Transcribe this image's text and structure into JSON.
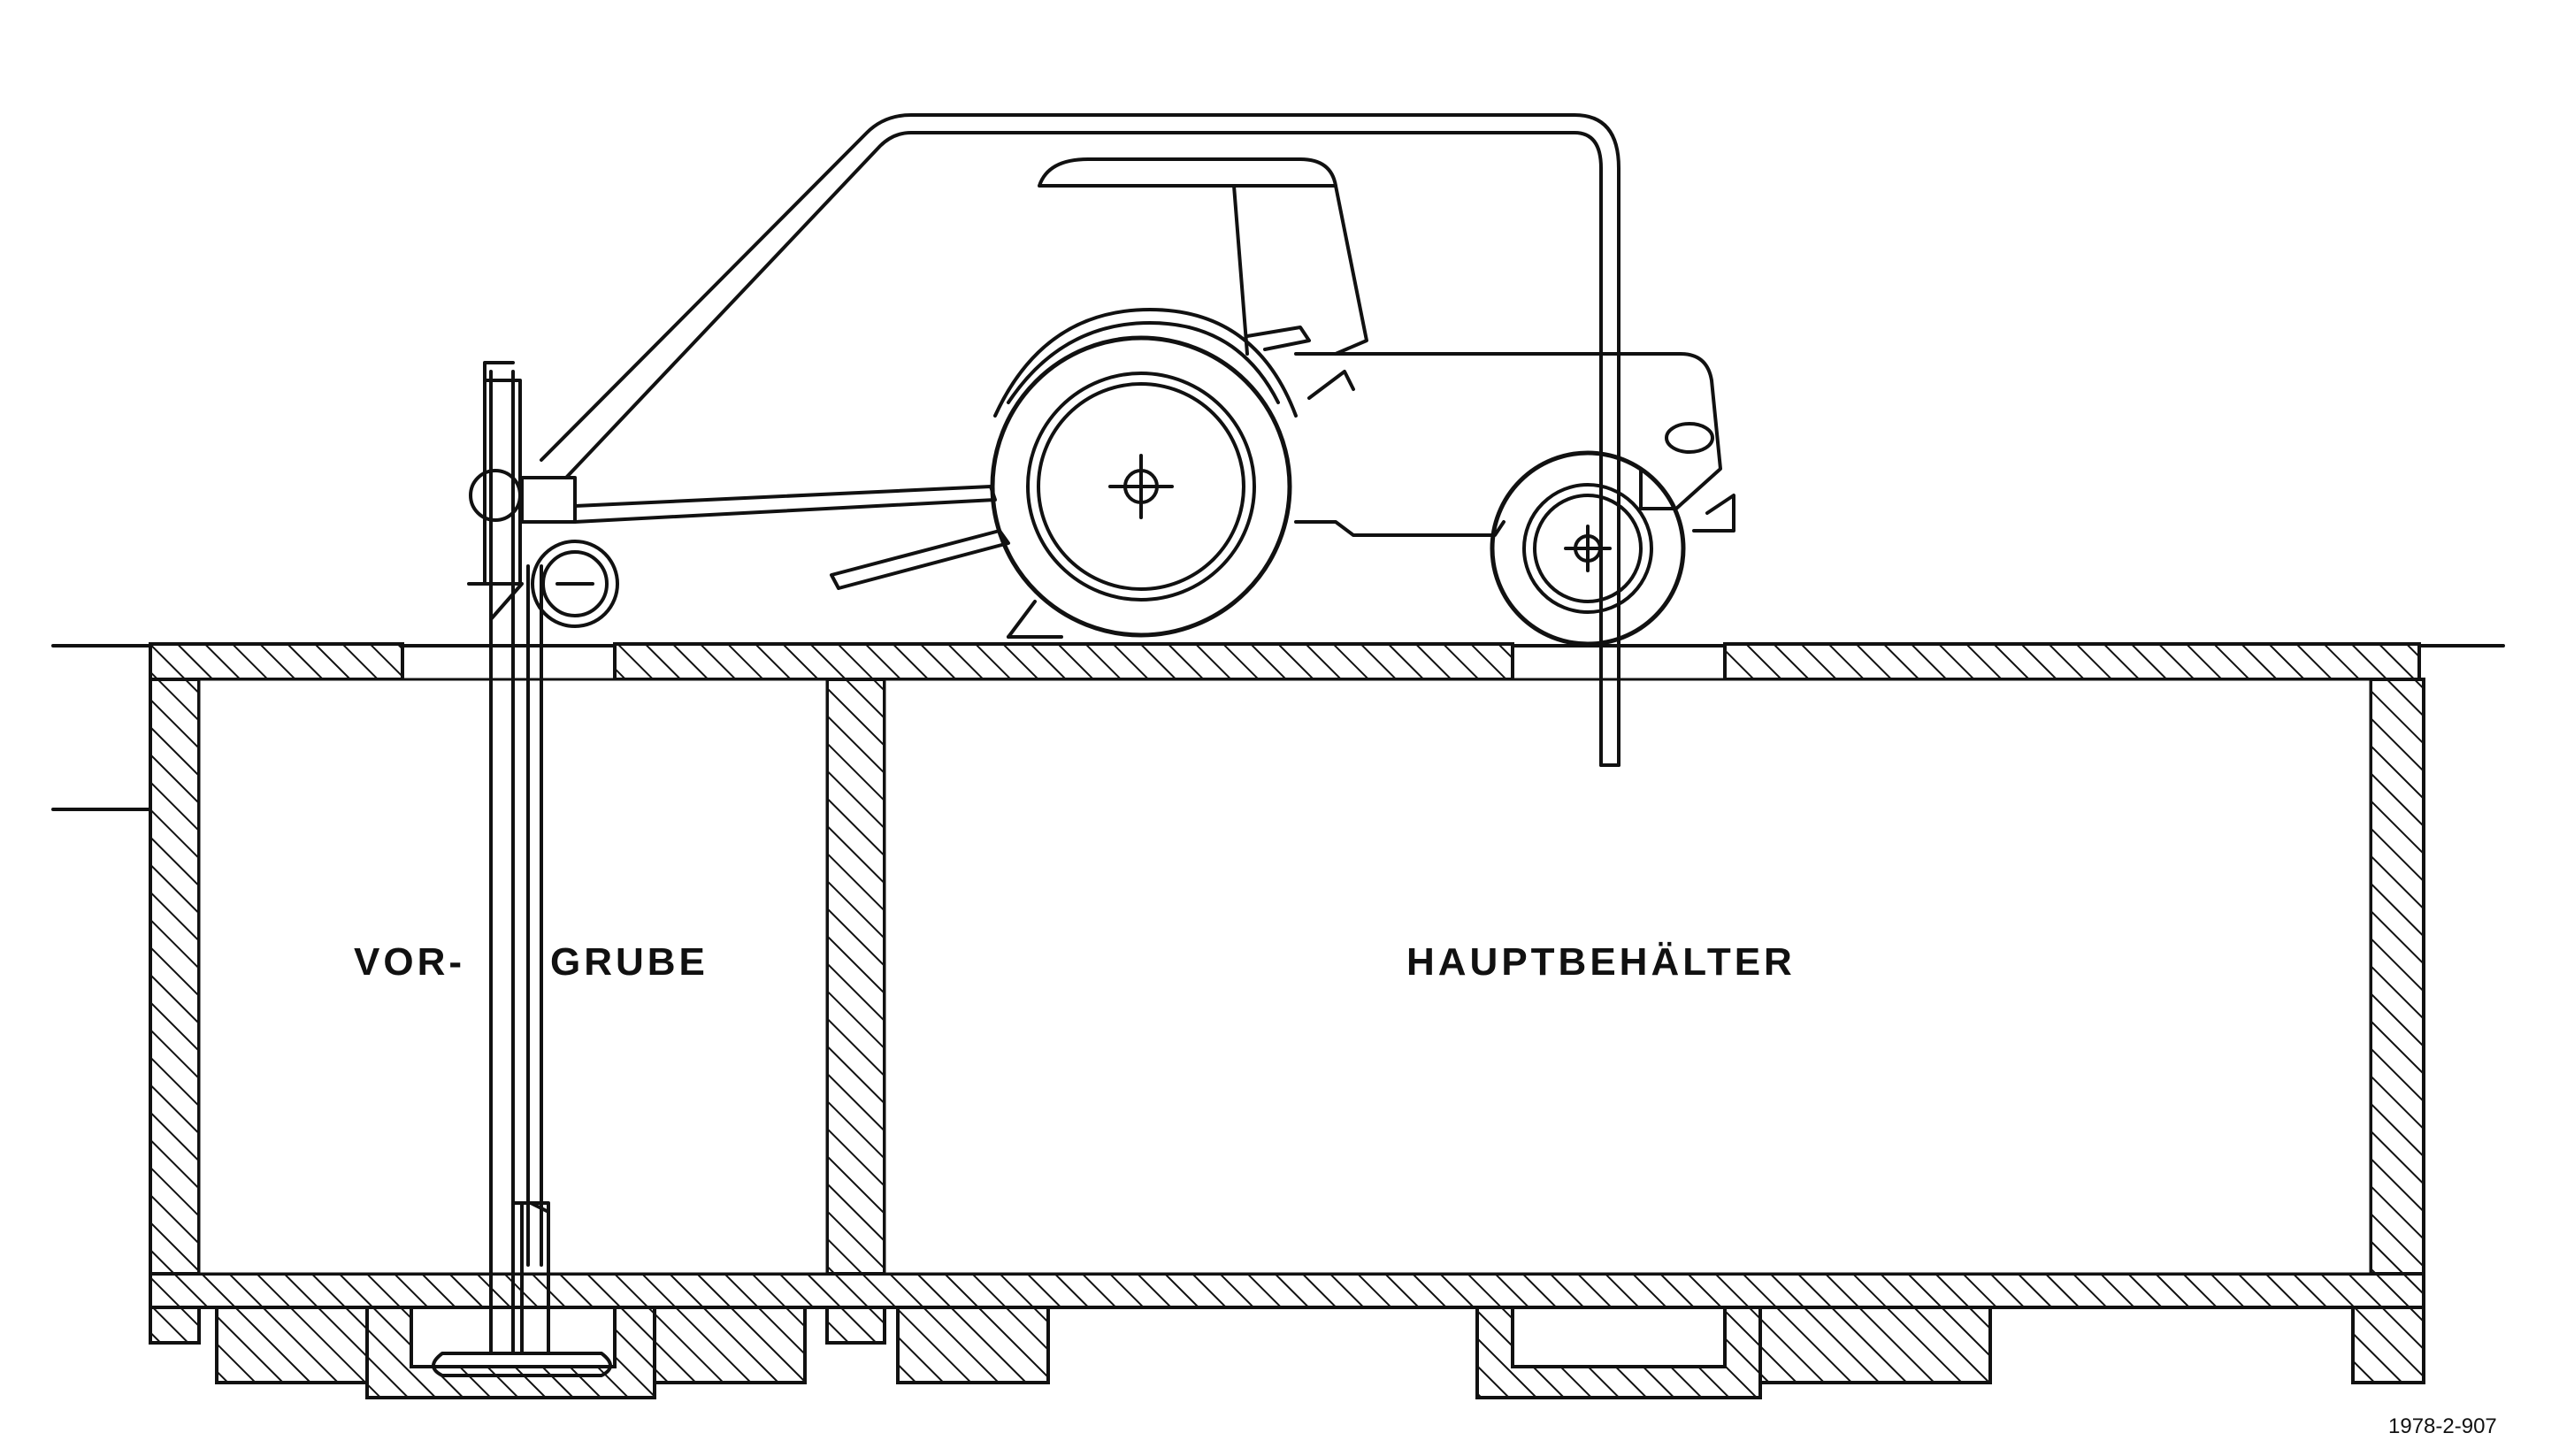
{
  "labels": {
    "pre_pit_left": "VOR-",
    "pre_pit_right": "GRUBE",
    "main_tank": "HAUPTBEHÄLTER",
    "drawing_number": "1978-2-907"
  },
  "colors": {
    "ink": "#111111",
    "paper": "#ffffff"
  }
}
